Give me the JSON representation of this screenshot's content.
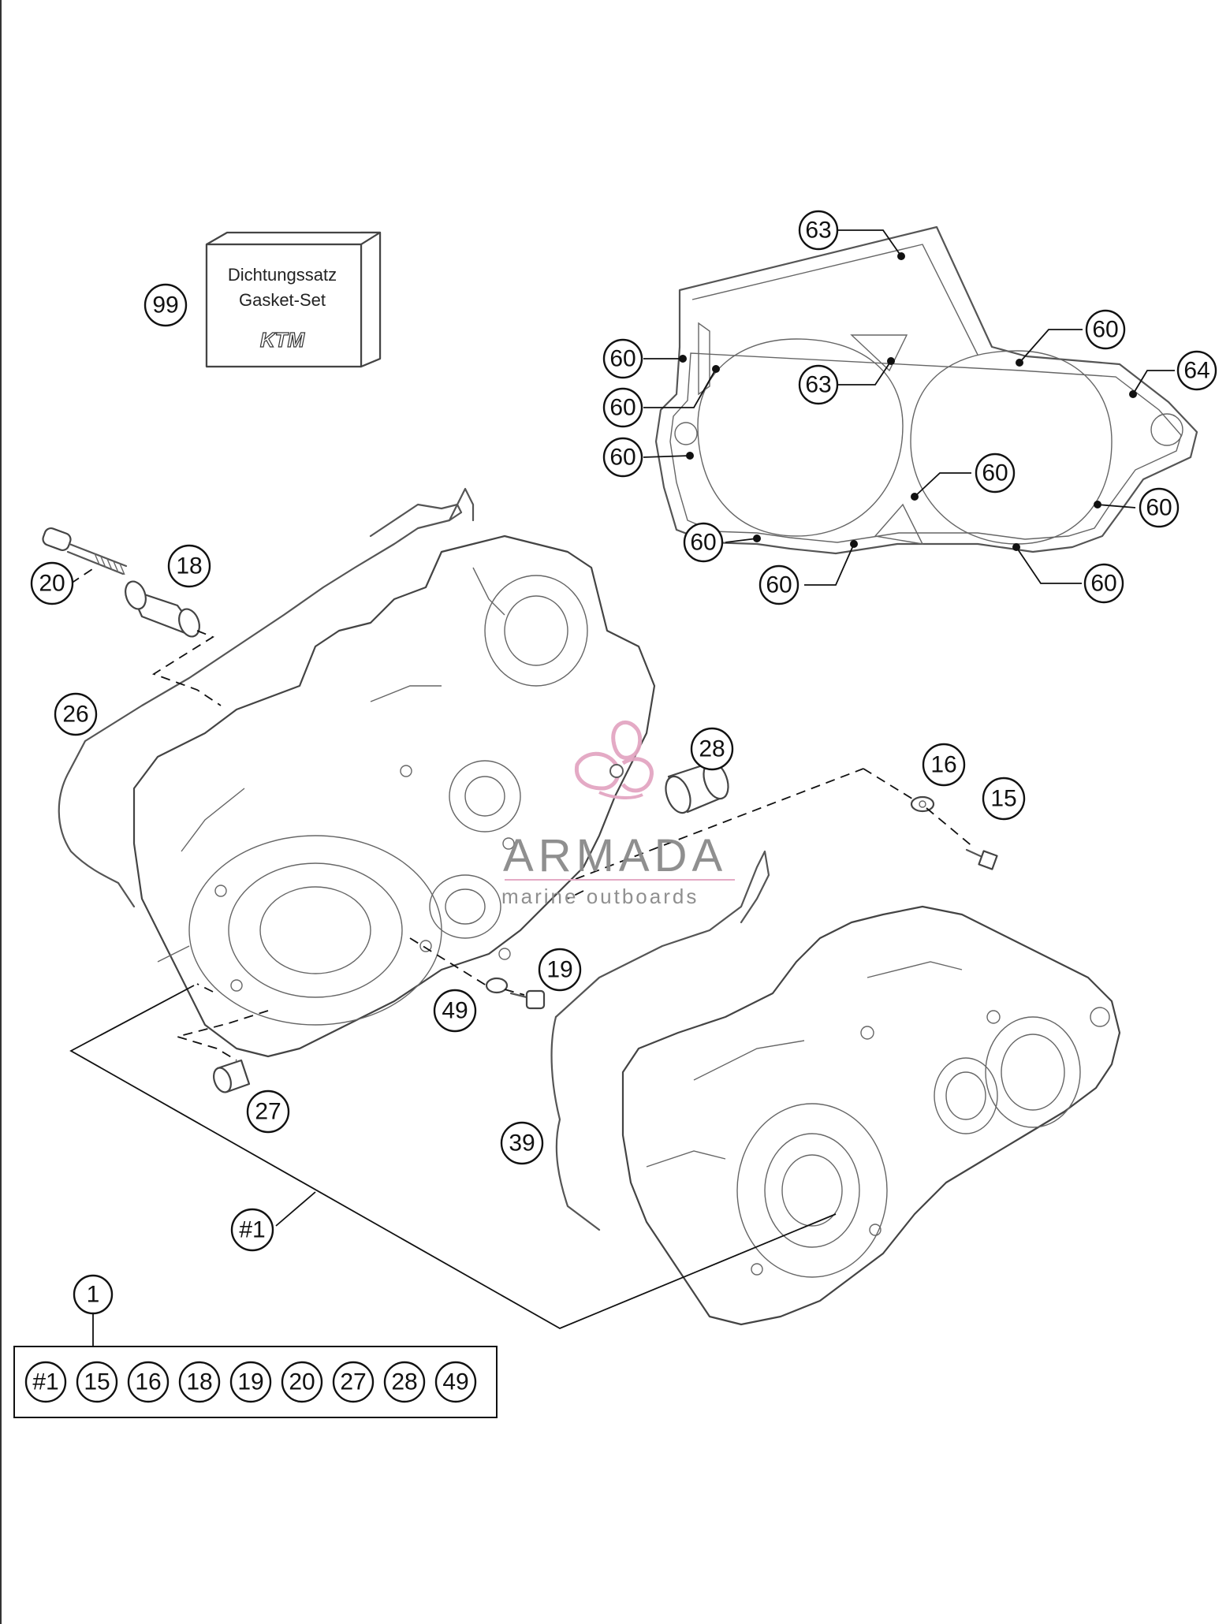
{
  "gasket_box": {
    "line1": "Dichtungssatz",
    "line2": "Gasket-Set",
    "logo": "KTM"
  },
  "callouts": {
    "c99": "99",
    "c63a": "63",
    "c63b": "63",
    "c64": "64",
    "c60a": "60",
    "c60b": "60",
    "c60c": "60",
    "c60d": "60",
    "c60e": "60",
    "c60f": "60",
    "c60g": "60",
    "c60h": "60",
    "c60i": "60",
    "c20": "20",
    "c18": "18",
    "c26": "26",
    "c28": "28",
    "c16": "16",
    "c15": "15",
    "c19": "19",
    "c49": "49",
    "c27": "27",
    "c39": "39",
    "c_hash1": "#1",
    "c1": "1"
  },
  "kit_items": [
    "#1",
    "15",
    "16",
    "18",
    "19",
    "20",
    "27",
    "28",
    "49"
  ],
  "watermark": {
    "brand": "ARMADA",
    "tagline": "marine outboards",
    "accent_color": "#e3a6c2"
  },
  "colors": {
    "line": "#444444",
    "leader": "#111111"
  }
}
